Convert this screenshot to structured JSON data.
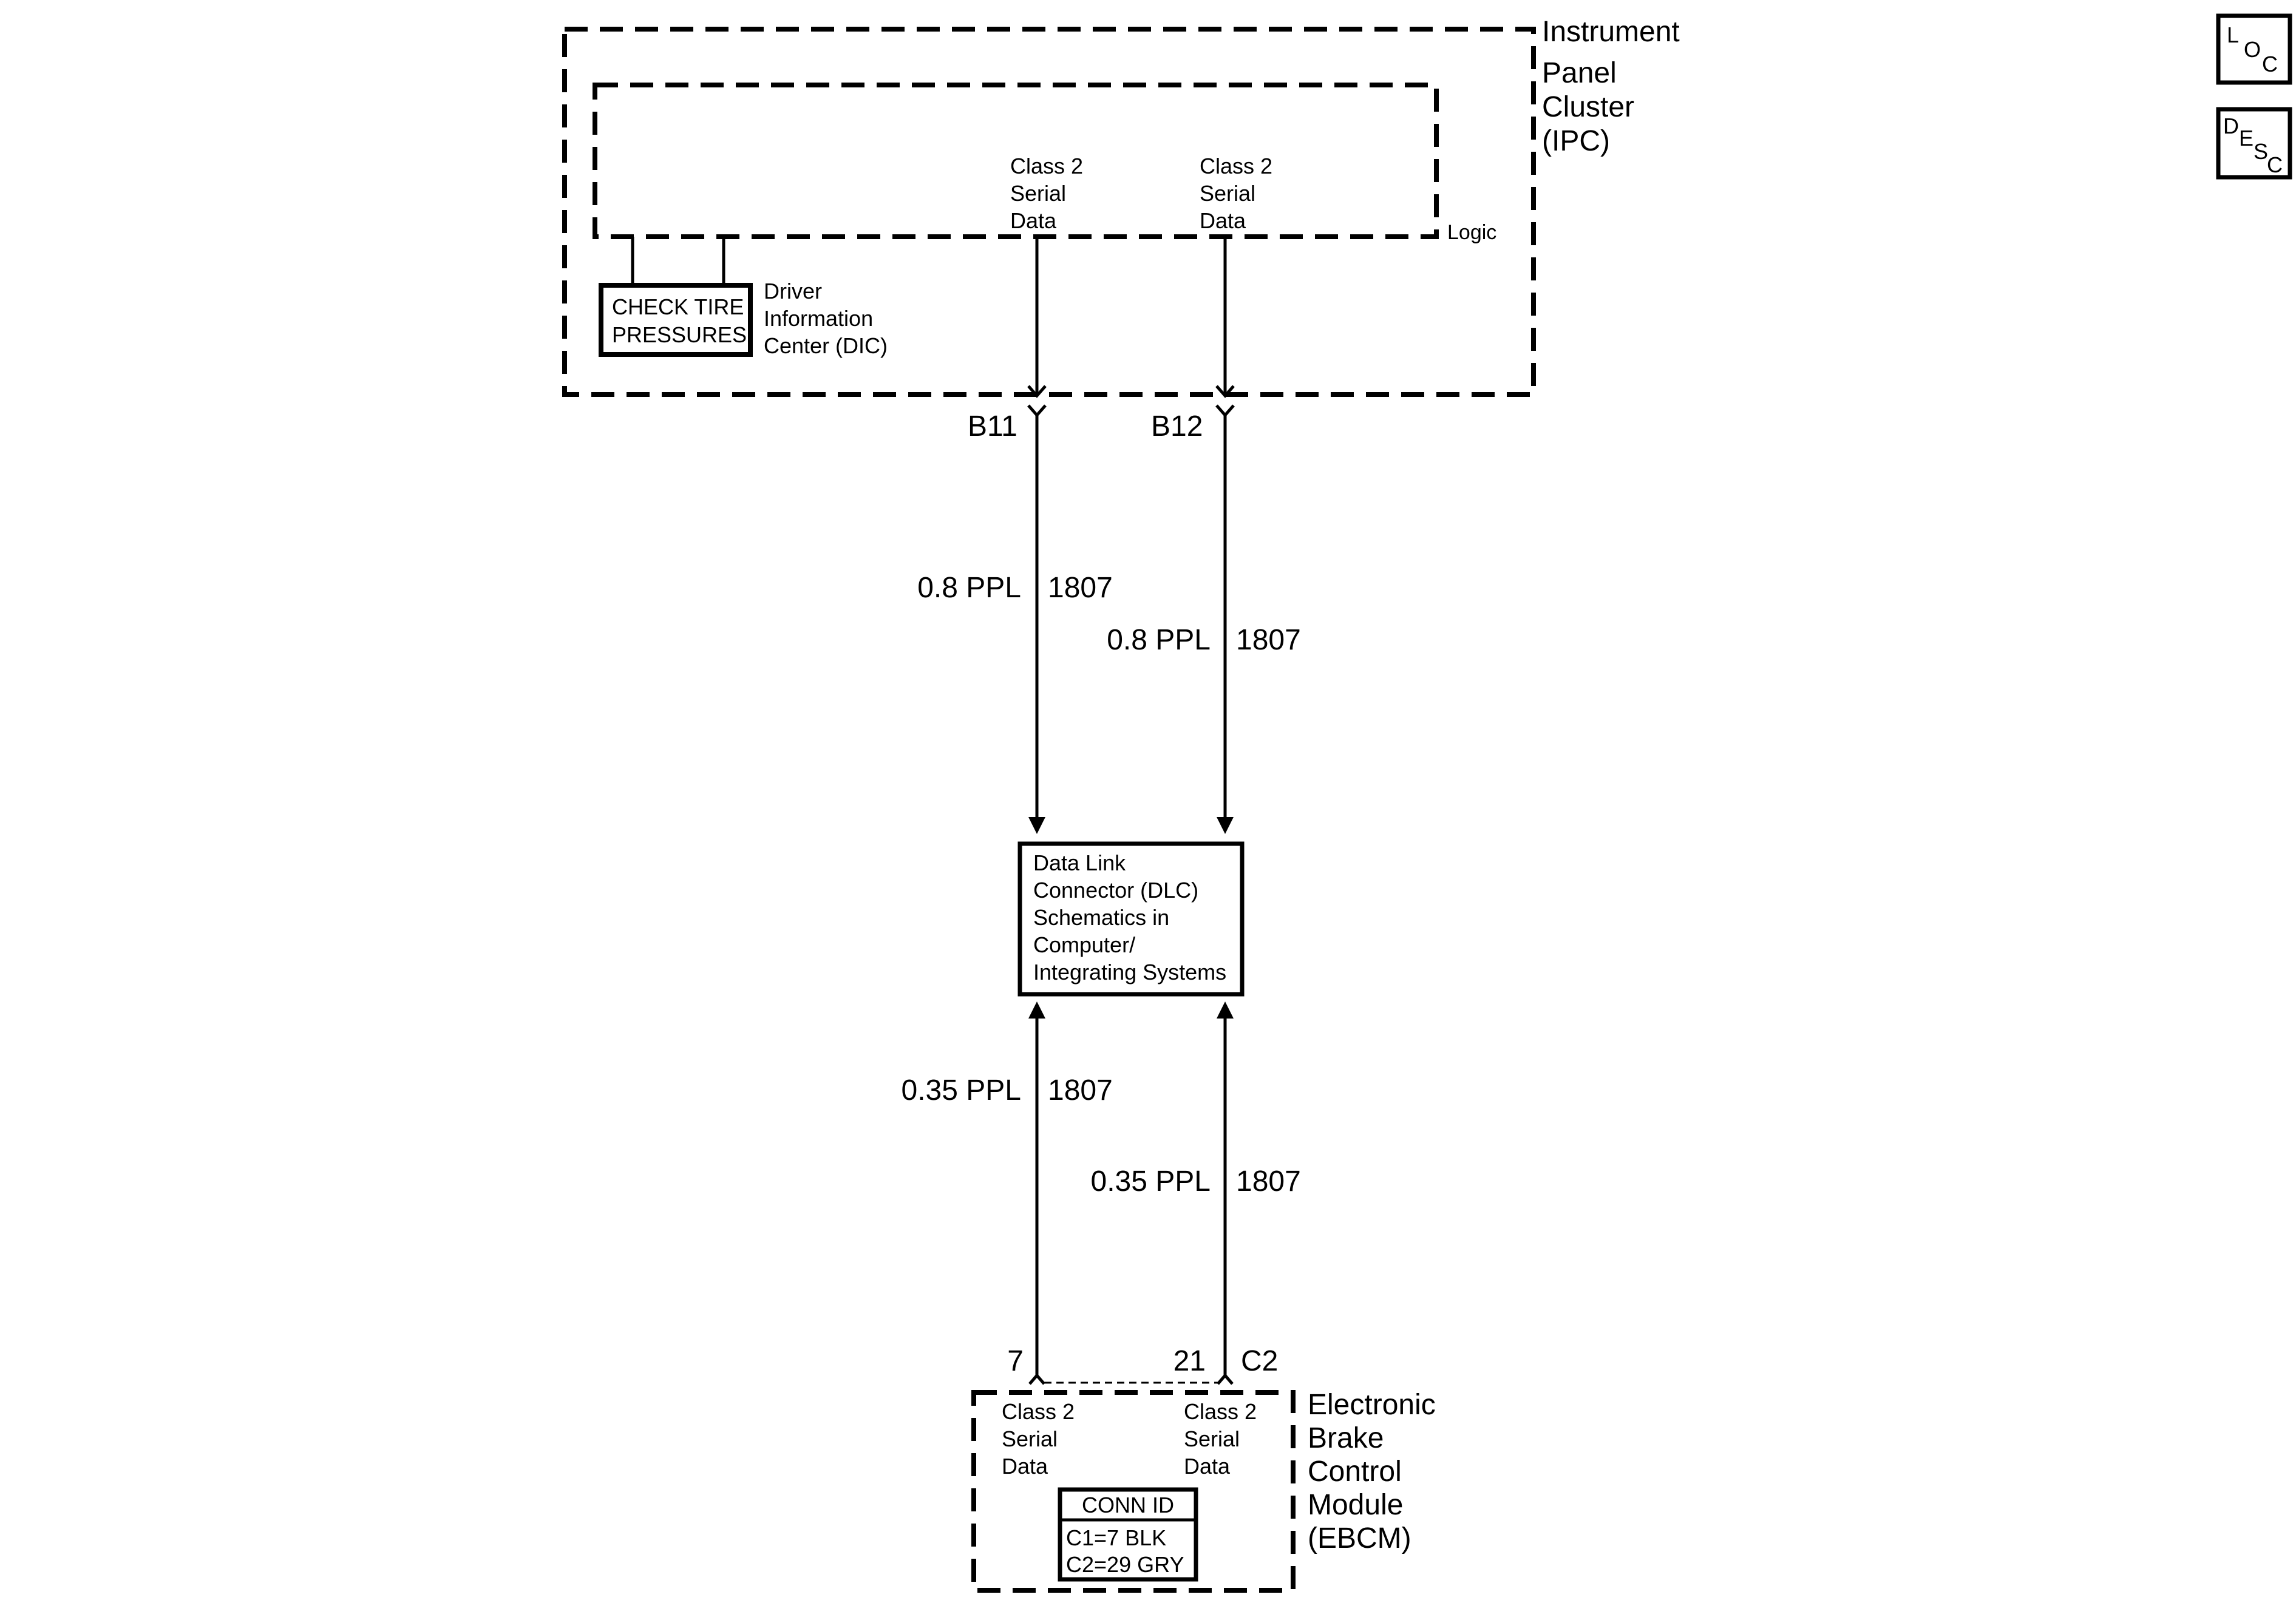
{
  "ipc": {
    "name_lines": [
      "Instrument",
      "Panel",
      "Cluster",
      "(IPC)"
    ],
    "logic_label": "Logic",
    "dic_display_lines": [
      "CHECK TIRE",
      "PRESSURES"
    ],
    "dic_label_lines": [
      "Driver",
      "Information",
      "Center (DIC)"
    ],
    "left_circuit_lines": [
      "Class 2",
      "Serial",
      "Data"
    ],
    "right_circuit_lines": [
      "Class 2",
      "Serial",
      "Data"
    ],
    "left_pin": "B11",
    "right_pin": "B12"
  },
  "wires": {
    "upper_left": {
      "gauge_color": "0.8 PPL",
      "circuit": "1807"
    },
    "upper_right": {
      "gauge_color": "0.8 PPL",
      "circuit": "1807"
    },
    "lower_left": {
      "gauge_color": "0.35 PPL",
      "circuit": "1807"
    },
    "lower_right": {
      "gauge_color": "0.35 PPL",
      "circuit": "1807"
    }
  },
  "dlc": {
    "lines": [
      "Data Link",
      "Connector (DLC)",
      "Schematics in",
      "Computer/",
      "Integrating Systems"
    ]
  },
  "ebcm": {
    "name_lines": [
      "Electronic",
      "Brake",
      "Control",
      "Module",
      "(EBCM)"
    ],
    "left_pin": "7",
    "right_pin": "21",
    "connector": "C2",
    "left_circuit_lines": [
      "Class 2",
      "Serial",
      "Data"
    ],
    "right_circuit_lines": [
      "Class 2",
      "Serial",
      "Data"
    ],
    "conn_id": {
      "title": "CONN ID",
      "rows": [
        "C1=7 BLK",
        "C2=29 GRY"
      ]
    }
  },
  "icons": {
    "loc": {
      "letters": [
        "L",
        "O",
        "C"
      ],
      "icon": "loc-icon"
    },
    "desc": {
      "letters": [
        "D",
        "E",
        "S",
        "C"
      ],
      "icon": "desc-icon"
    }
  }
}
